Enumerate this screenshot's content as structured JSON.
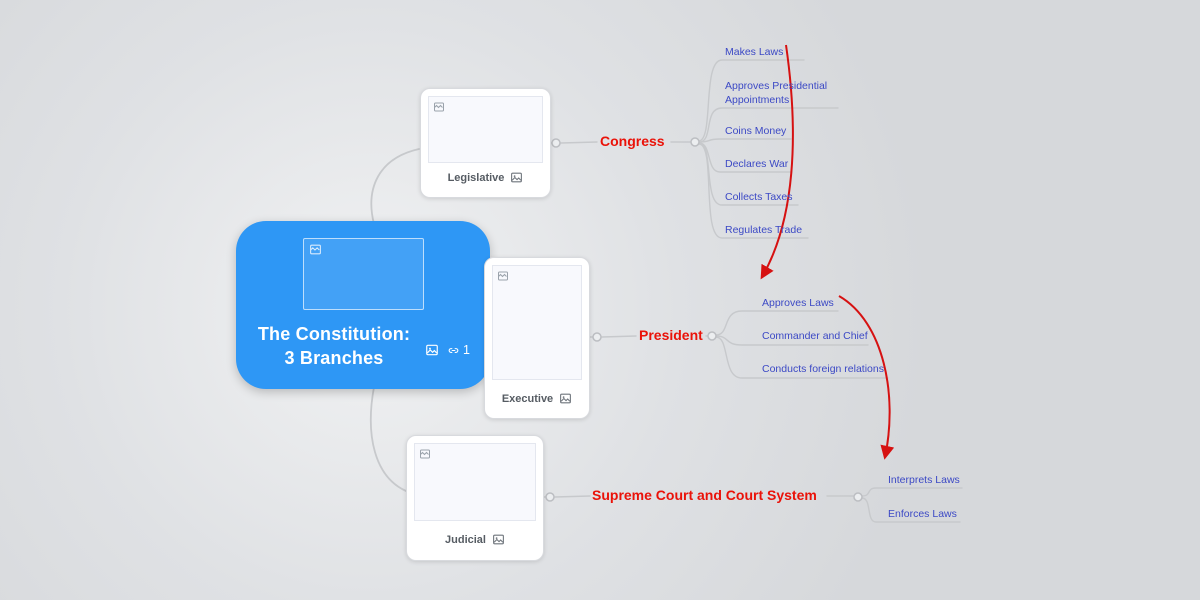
{
  "root": {
    "title_line1": "The Constitution:",
    "title_line2": "3 Branches",
    "link_count": "1"
  },
  "branches": [
    {
      "card_label": "Legislative",
      "topic_label": "Congress",
      "subtopics": [
        "Makes Laws",
        "Approves Presidential Appointments",
        "Coins Money",
        "Declares War",
        "Collects Taxes",
        "Regulates Trade"
      ]
    },
    {
      "card_label": "Executive",
      "topic_label": "President",
      "subtopics": [
        "Approves Laws",
        "Commander and Chief",
        "Conducts foreign relations"
      ]
    },
    {
      "card_label": "Judicial",
      "topic_label": "Supreme Court and Court System",
      "subtopics": [
        "Interprets Laws",
        "Enforces Laws"
      ]
    }
  ],
  "colors": {
    "root_node": "#2e97f5",
    "topic_label": "#ea1209",
    "subtopic_label": "#3c49c5",
    "connector": "#c7c9cc",
    "arrow": "#d61111",
    "canvas_bg": "#dfe1e4"
  }
}
